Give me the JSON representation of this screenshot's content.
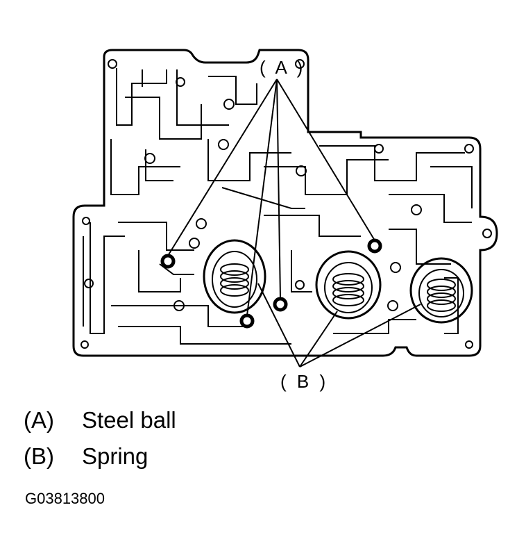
{
  "callouts": {
    "a": "( A )",
    "b": "( B )"
  },
  "legend": [
    {
      "key": "(A)",
      "label": "Steel ball"
    },
    {
      "key": "(B)",
      "label": "Spring"
    }
  ],
  "figure_code": "G03813800",
  "colors": {
    "ink": "#000000",
    "paper": "#ffffff"
  }
}
